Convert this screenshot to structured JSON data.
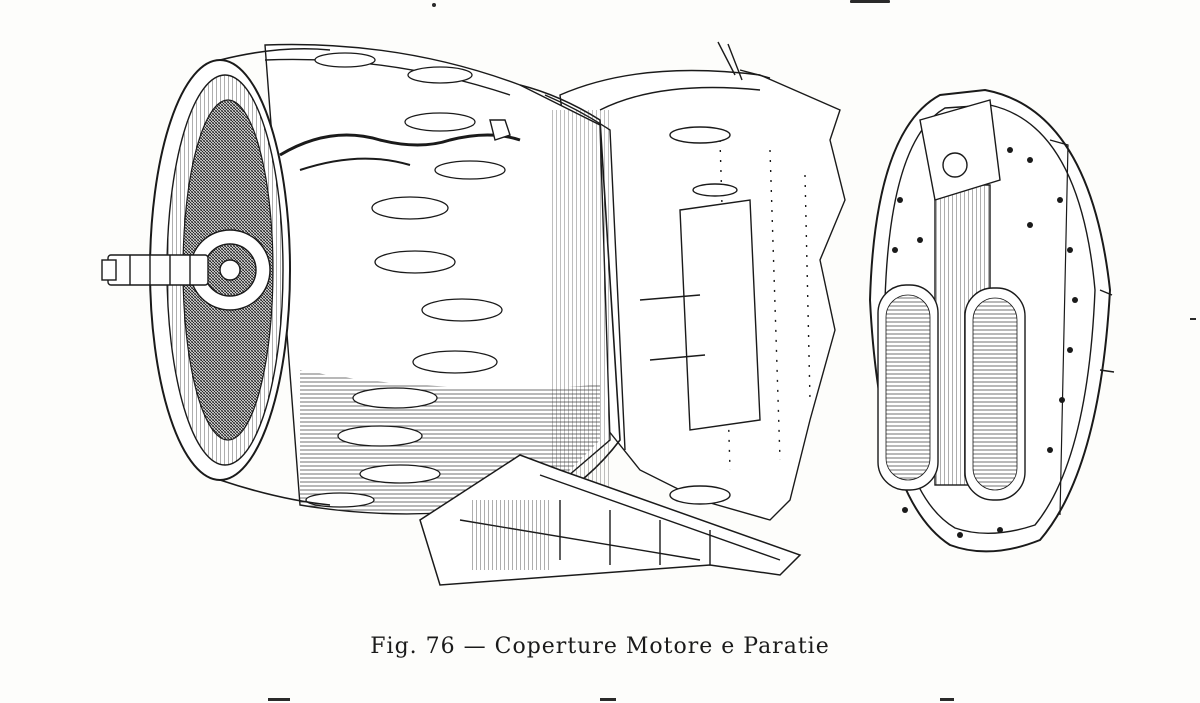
{
  "figure": {
    "caption": "Fig. 76 — Coperture Motore e Paratie",
    "left_drawing": "engine-cowling-illustration",
    "right_drawing": "bulkhead-illustration"
  },
  "colors": {
    "ink": "#1a1a1a",
    "paper": "#fdfdfb"
  }
}
